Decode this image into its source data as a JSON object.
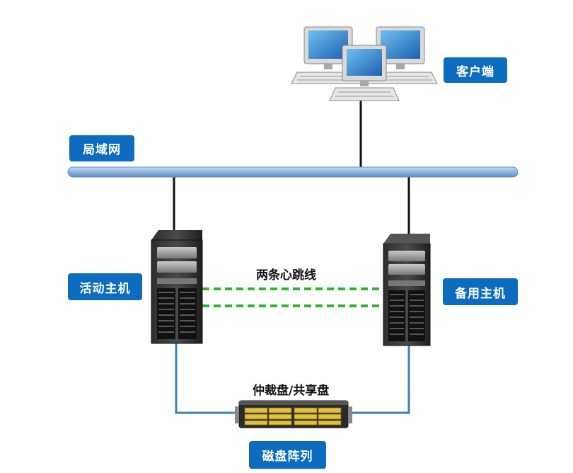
{
  "labels": {
    "client": "客户端",
    "lan": "局域网",
    "active_host": "活动主机",
    "standby_host": "备用主机",
    "heartbeat": "两条心跳线",
    "quorum_disk": "仲裁盘/共享盘",
    "disk_array": "磁盘阵列"
  },
  "colors": {
    "label_bg": "#0b6cc0",
    "lan_bar": "#8db3dd",
    "heartbeat_line": "#2fb52f",
    "storage_link": "#3b7fc0",
    "network_link": "#111111"
  },
  "icons": [
    "workstation-icon",
    "server-tower-icon",
    "disk-array-icon"
  ]
}
